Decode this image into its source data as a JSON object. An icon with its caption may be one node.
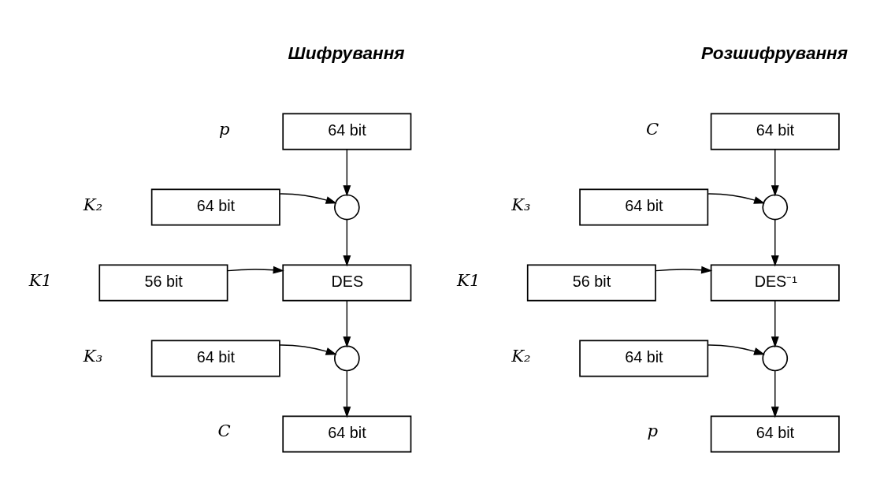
{
  "diagram": {
    "nodes": [
      {
        "text": [
          "64 bit"
        ],
        "beside": [
          "p"
        ]
      },
      {
        "text": [
          "64 bit"
        ],
        "beside": [
          "K₂"
        ]
      },
      {
        "text": [],
        "shape": "circle"
      },
      {
        "text": [
          "56 bit"
        ],
        "beside": [
          "K1"
        ]
      },
      {
        "text": [
          "DES"
        ]
      },
      {
        "text": [
          "64 bit"
        ],
        "beside": [
          "K₃"
        ]
      },
      {
        "text": [],
        "shape": "circle"
      },
      {
        "text": [
          "64 bit"
        ],
        "beside": [
          "C"
        ]
      },
      {
        "text": [
          "64 bit"
        ],
        "beside": [
          "C"
        ]
      },
      {
        "text": [
          "64 bit"
        ],
        "beside": [
          "K₃"
        ]
      },
      {
        "text": [],
        "shape": "circle"
      },
      {
        "text": [
          "56 bit"
        ],
        "beside": [
          "K1"
        ]
      },
      {
        "text": [
          "DES⁻¹"
        ]
      },
      {
        "text": [
          "64 bit"
        ],
        "beside": [
          "K₂"
        ]
      },
      {
        "text": [],
        "shape": "circle"
      },
      {
        "text": [
          "64 bit"
        ],
        "beside": [
          "p"
        ]
      }
    ],
    "edges": [
      {
        "from": 0,
        "to": 2,
        "arrow": "to"
      },
      {
        "from": 1,
        "to": 2,
        "arrow": "to"
      },
      {
        "from": 2,
        "to": 4,
        "arrow": "to"
      },
      {
        "from": 3,
        "to": 4,
        "arrow": "to"
      },
      {
        "from": 4,
        "to": 6,
        "arrow": "to"
      },
      {
        "from": 5,
        "to": 6,
        "arrow": "to"
      },
      {
        "from": 6,
        "to": 7,
        "arrow": "to"
      },
      {
        "from": 8,
        "to": 10,
        "arrow": "to"
      },
      {
        "from": 9,
        "to": 10,
        "arrow": "to"
      },
      {
        "from": 10,
        "to": 12,
        "arrow": "to"
      },
      {
        "from": 11,
        "to": 12,
        "arrow": "to"
      },
      {
        "from": 12,
        "to": 14,
        "arrow": "to"
      },
      {
        "from": 13,
        "to": 14,
        "arrow": "to"
      },
      {
        "from": 14,
        "to": 15,
        "arrow": "to"
      }
    ],
    "labels": [
      "Шифрування",
      "Розшифрування"
    ]
  }
}
